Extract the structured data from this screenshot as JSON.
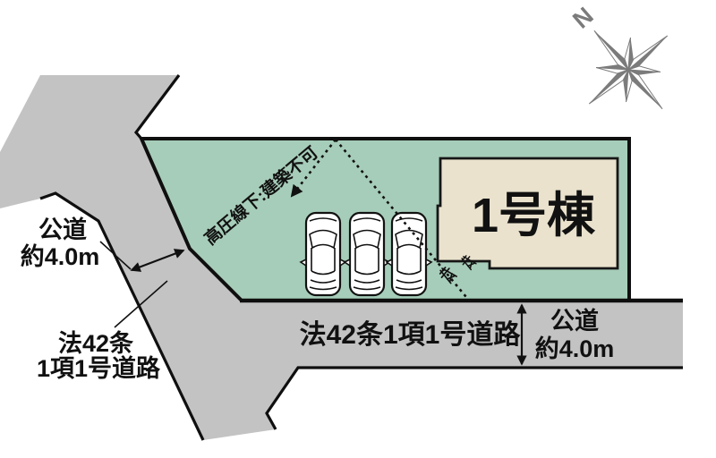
{
  "plot": {
    "building": {
      "label": "1号棟"
    },
    "powerline_note": "高圧線下:建築不可",
    "car_count": 3
  },
  "roads": {
    "left": {
      "type_label": "公道",
      "width_label": "約4.0m",
      "name_line1": "法42条",
      "name_line2": "1項1号道路"
    },
    "bottom": {
      "name": "法42条1項1号道路",
      "type_label": "公道",
      "width_label": "約4.0m"
    }
  },
  "compass": {
    "north_label": "N"
  },
  "colors": {
    "plot_green": "#a6cdb9",
    "road_gray": "#c4c3c3",
    "building_beige": "#eae2cd",
    "outline_black": "#0f0f0f",
    "compass_gray": "#7b7b7b"
  }
}
